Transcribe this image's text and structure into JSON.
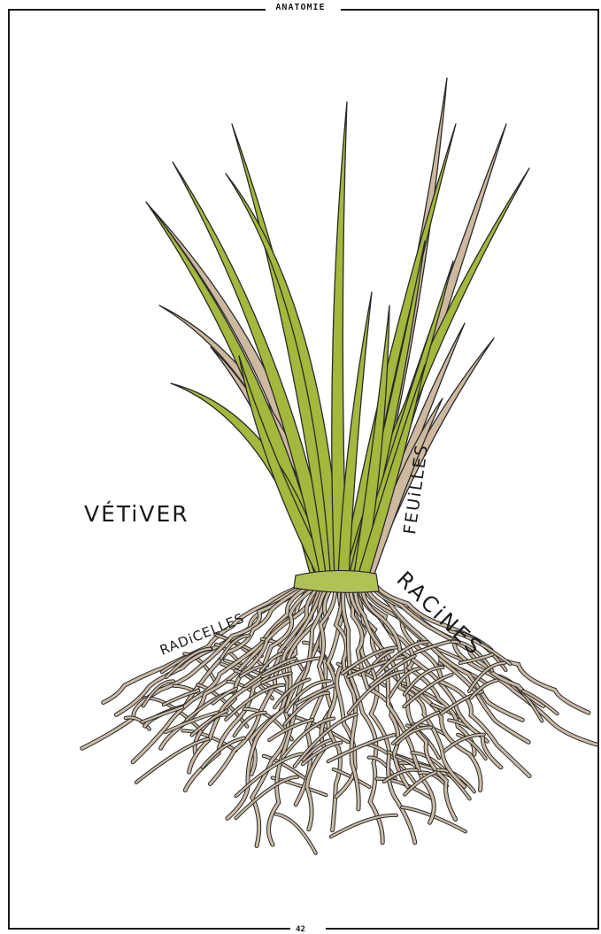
{
  "header": {
    "title": "ANATOMIE"
  },
  "footer": {
    "page_number": "42"
  },
  "labels": {
    "plant_name": "VÉTiVER",
    "leaves": "FEUiLLES",
    "rootlets": "RADiCELLES",
    "roots": "RACiNES"
  },
  "colors": {
    "leaf_green": "#a3b83c",
    "leaf_tan": "#cdb8a0",
    "root_tan": "#cbbba6",
    "outline": "#2a2a2a",
    "crown_green": "#b0c256"
  }
}
